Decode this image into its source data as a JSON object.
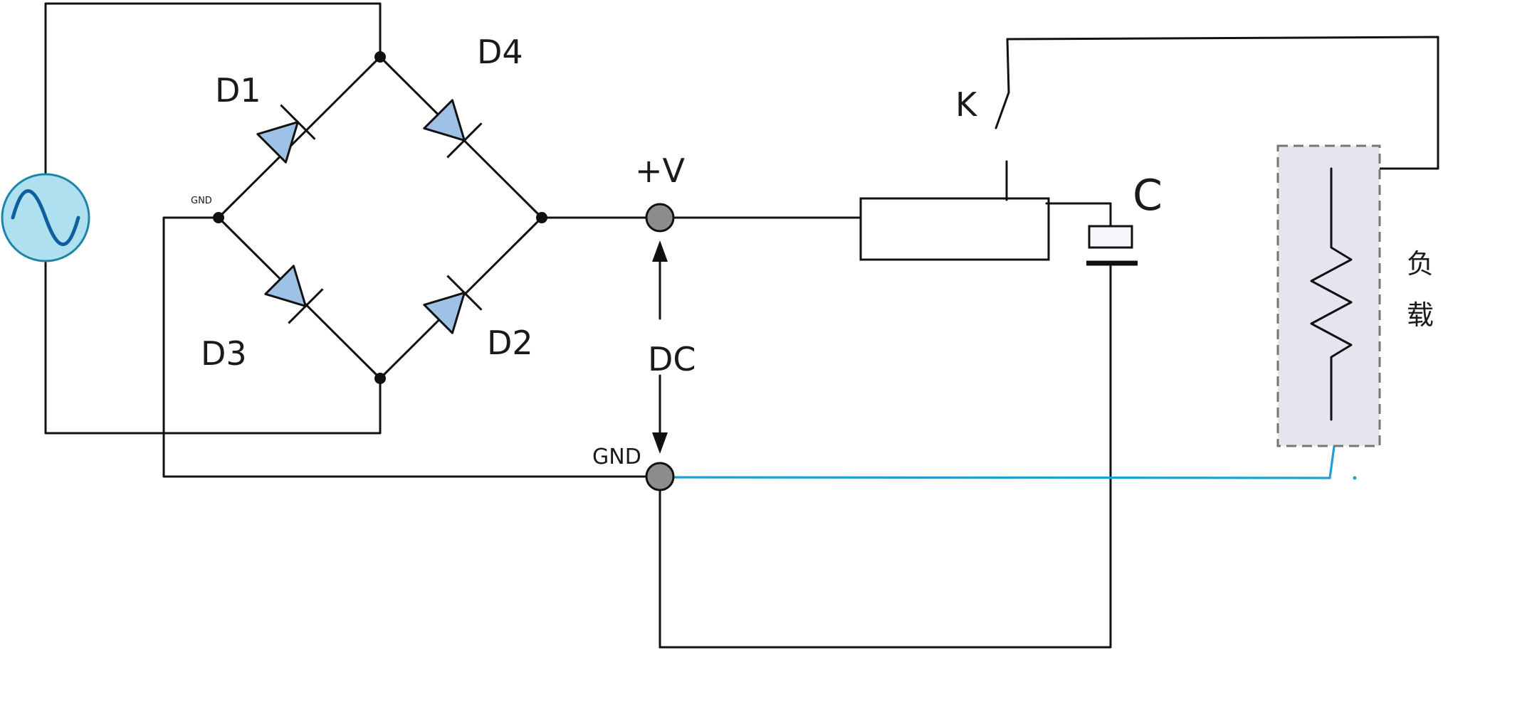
{
  "labels": {
    "d1": "D1",
    "d2": "D2",
    "d3": "D3",
    "d4": "D4",
    "gnd_small": "GND",
    "plus_v": "+V",
    "dc": "DC",
    "gnd_terminal": "GND",
    "switch_k": "K",
    "capacitor_c": "C",
    "load_char_1": "负",
    "load_char_2": "载"
  },
  "colors": {
    "wire": "#111111",
    "ground_return_wire": "#1f9fd6",
    "diode_fill": "#9ec1e6",
    "ac_source_fill": "#aee0ef",
    "ac_source_stroke": "#1d86a8",
    "terminal_fill": "#8c8c8c",
    "load_box_fill": "#e6e4ee",
    "load_box_border": "#777777"
  }
}
